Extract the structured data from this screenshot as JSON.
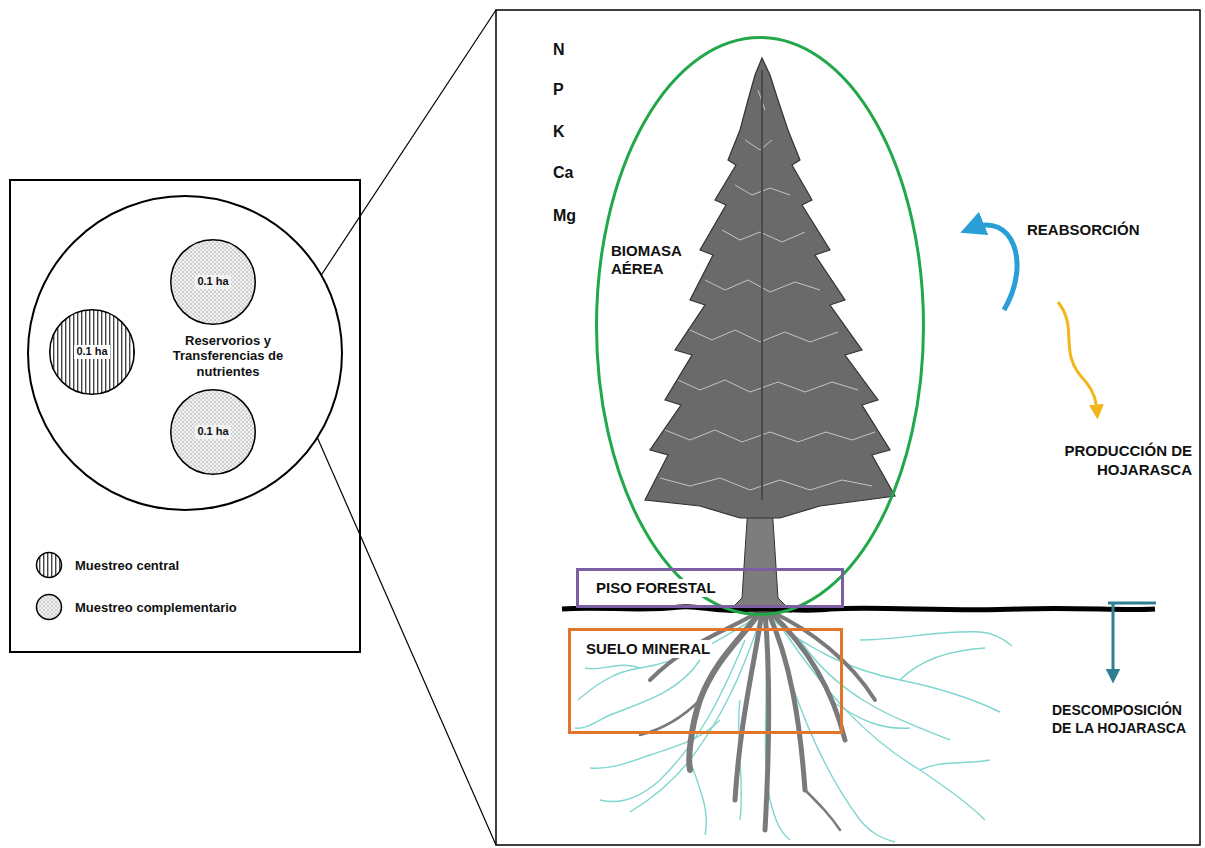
{
  "diagram": {
    "nodes": [
      {
        "text": [
          "Reservorios y Transferencias de nutrientes"
        ]
      },
      {
        "text": [
          "0.1 ha"
        ],
        "in": 0
      },
      {
        "text": [
          "0.1 ha"
        ],
        "in": 0
      },
      {
        "text": [
          "0.1 ha"
        ],
        "in": 0
      },
      {
        "text": [
          "BIOMASA AÉREA"
        ]
      },
      {
        "text": [
          "PISO FORESTAL"
        ]
      },
      {
        "text": [
          "SUELO MINERAL"
        ]
      }
    ],
    "labels": [
      "N",
      "P",
      "K",
      "Ca",
      "Mg",
      "REABSORCIÓN",
      "PRODUCCIÓN DE HOJARASCA",
      "DESCOMPOSICIÓN DE LA HOJARASCA"
    ],
    "legend": [
      {
        "text": "Muestreo central"
      },
      {
        "text": "Muestreo complementario"
      }
    ]
  }
}
